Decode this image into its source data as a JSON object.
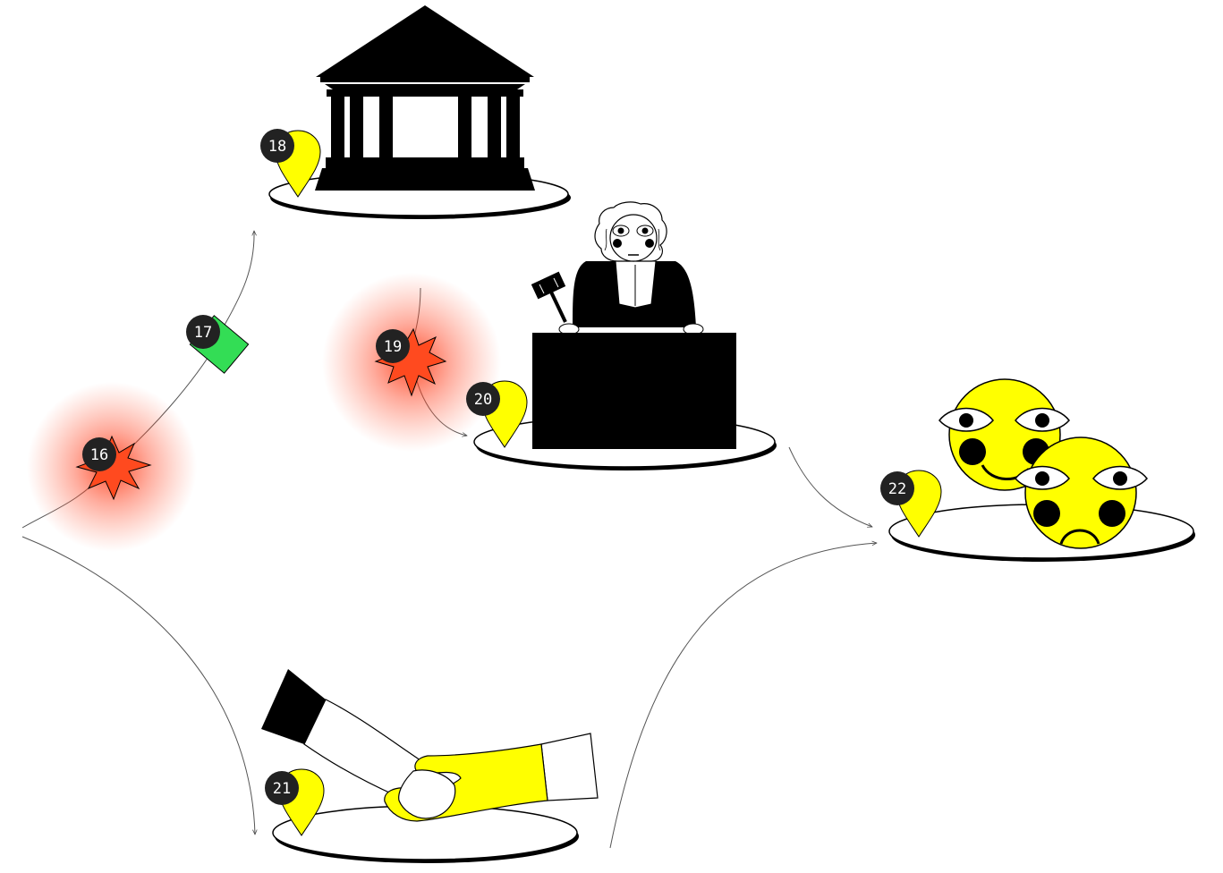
{
  "markers": {
    "m16": "16",
    "m17": "17",
    "m18": "18",
    "m19": "19",
    "m20": "20",
    "m21": "21",
    "m22": "22"
  },
  "colors": {
    "pin": "#ffff00",
    "badge": "#222222",
    "burst": "#ff4a1f",
    "glow": "#ff2a00",
    "flag": "#33dd55",
    "face": "#ffff00",
    "glove": "#ffff00",
    "line": "#555555"
  },
  "icons": [
    "courthouse-icon",
    "judge-icon",
    "gavel-icon",
    "handshake-icon",
    "emoji-faces-icon",
    "map-pin-icon",
    "explosion-icon",
    "flag-icon"
  ]
}
